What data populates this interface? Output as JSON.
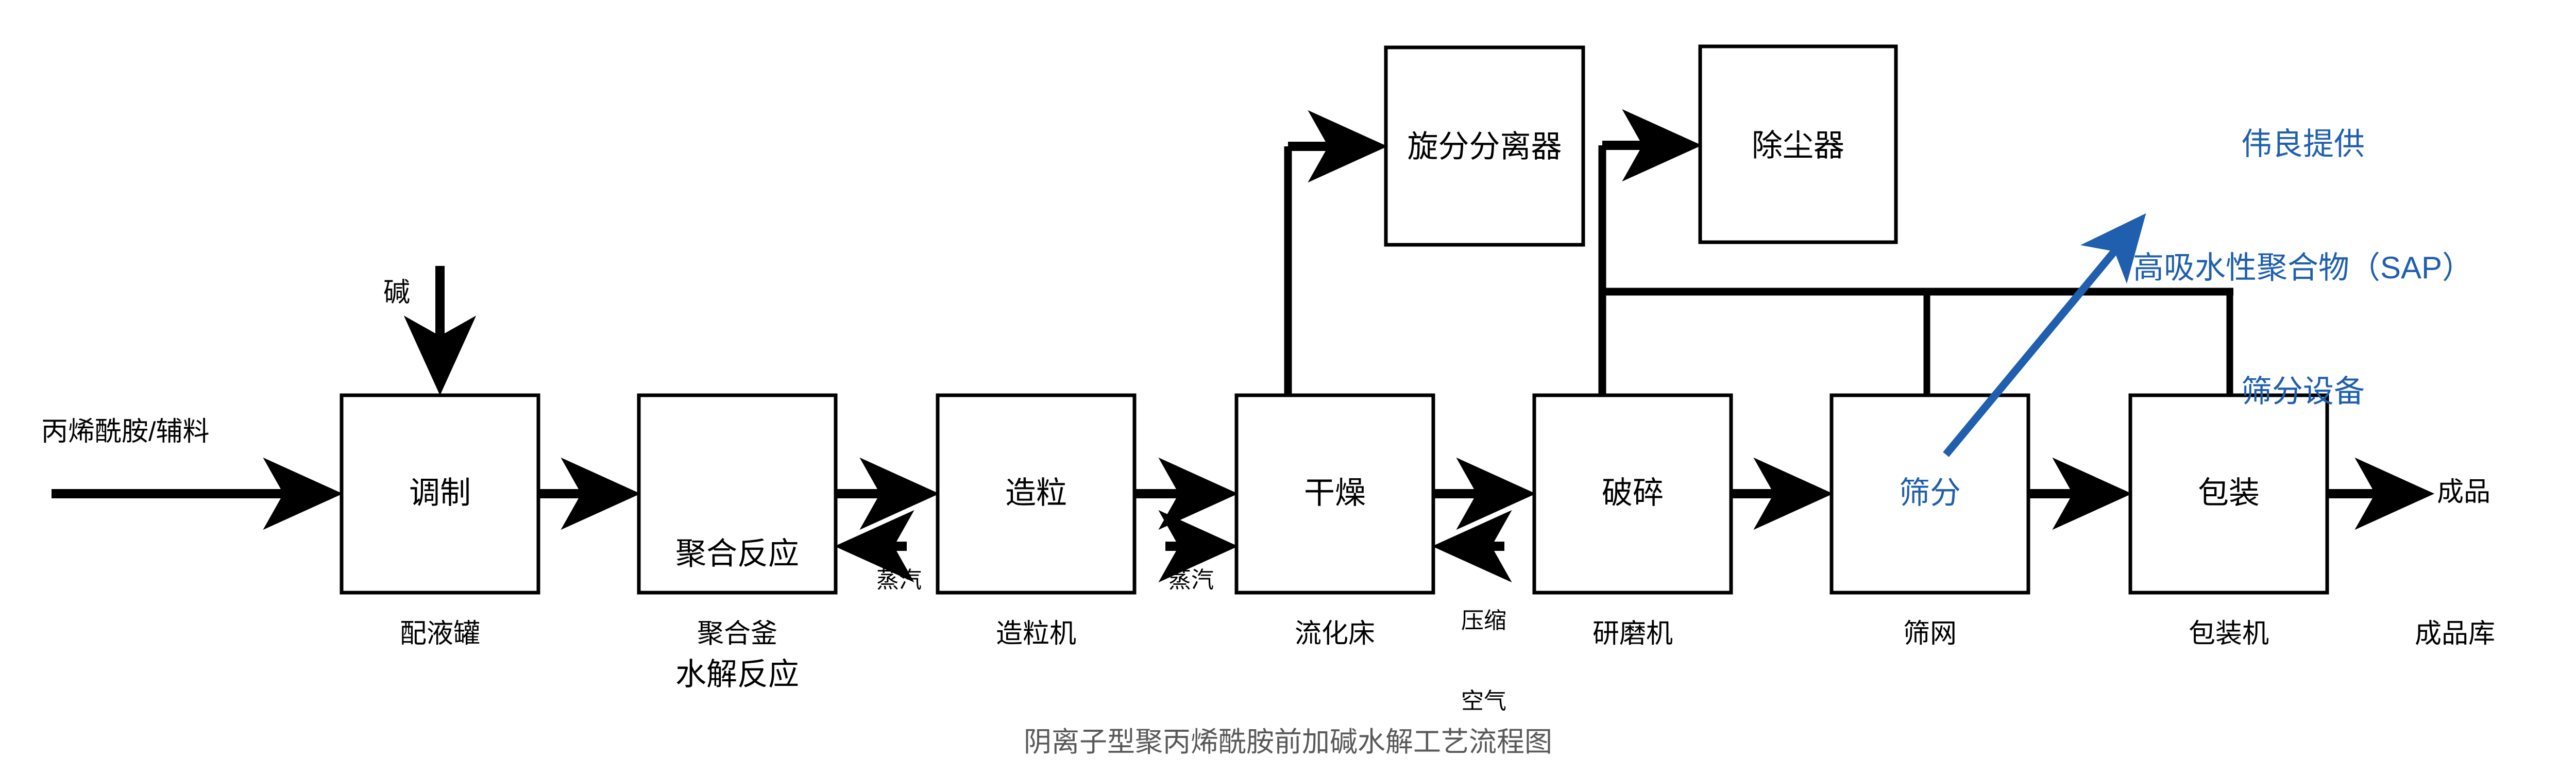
{
  "diagram": {
    "title": "阴离子型聚丙烯酰胺前加碱水解工艺流程图",
    "accent_color": "#1f5fad",
    "line_color": "#000000",
    "title_color": "#595959",
    "background": "#ffffff"
  },
  "inputs": {
    "feed_label": "丙烯酰胺/辅料",
    "alkali_label": "碱",
    "steam_label_1": "蒸汽",
    "steam_label_2": "蒸汽",
    "compressed_air_label": "压缩\n空气",
    "output_label": "成品"
  },
  "process_boxes": [
    {
      "id": "box-tiaozhi",
      "text": "调制",
      "equipment": "配液罐"
    },
    {
      "id": "box-juhe",
      "text": "聚合反应\n水解反应",
      "equipment": "聚合釜"
    },
    {
      "id": "box-zaoli",
      "text": "造粒",
      "equipment": "造粒机"
    },
    {
      "id": "box-ganzao",
      "text": "干燥",
      "equipment": "流化床"
    },
    {
      "id": "box-posui",
      "text": "破碎",
      "equipment": "研磨机"
    },
    {
      "id": "box-shaifen",
      "text": "筛分",
      "equipment": "筛网"
    },
    {
      "id": "box-baozhuang",
      "text": "包装",
      "equipment": "包装机"
    }
  ],
  "box_lines": {
    "juhe_line1": "聚合反应",
    "juhe_line2": "水解反应"
  },
  "aux_boxes": [
    {
      "id": "box-cyclone",
      "text": "旋分分离器"
    },
    {
      "id": "box-dust",
      "text": "除尘器"
    }
  ],
  "warehouse_label": "成品库",
  "annotation": {
    "line1": "伟良提供",
    "line2": "高吸水性聚合物（SAP）",
    "line3": "筛分设备"
  },
  "air_label_line1": "压缩",
  "air_label_line2": "空气"
}
